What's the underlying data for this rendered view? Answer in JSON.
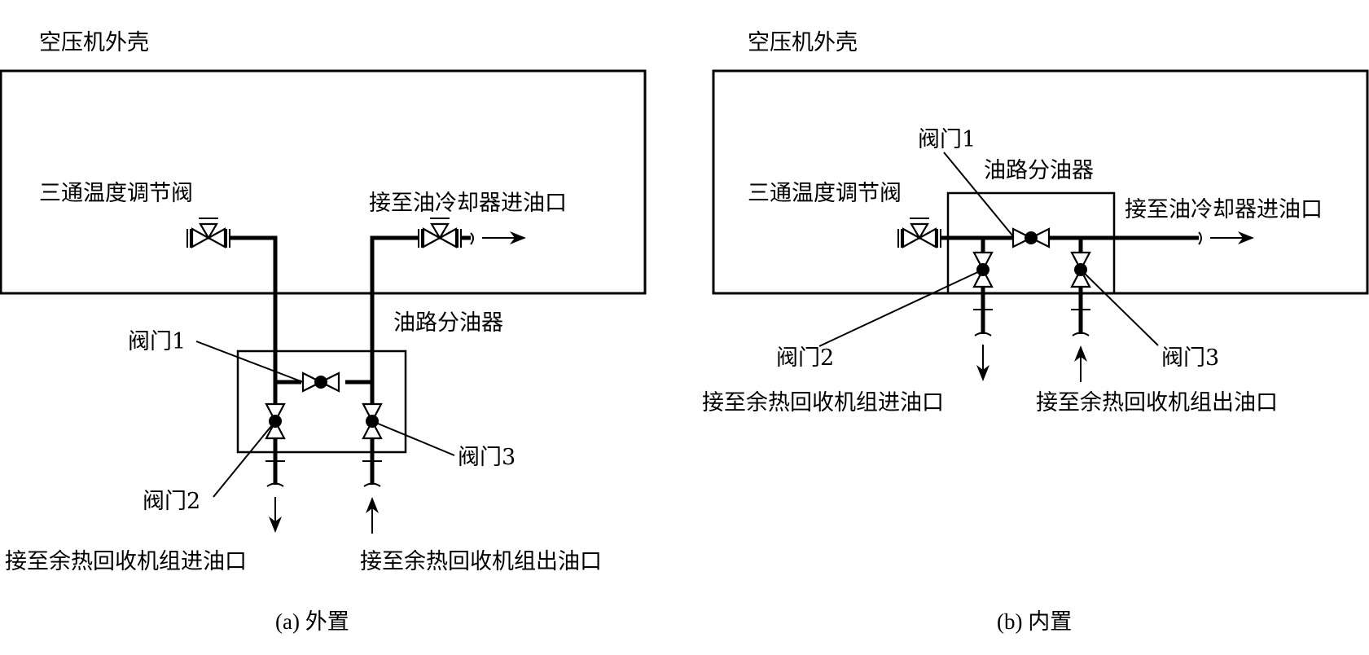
{
  "diagram": {
    "panel_a": {
      "caption": "(a) 外置",
      "housing_label": "空压机外壳",
      "three_way_valve_label": "三通温度调节阀",
      "to_oil_cooler_label": "接至油冷却器进油口",
      "distributor_label": "油路分油器",
      "valve1_label": "阀门1",
      "valve2_label": "阀门2",
      "valve3_label": "阀门3",
      "to_recovery_inlet_label": "接至余热回收机组进油口",
      "from_recovery_outlet_label": "接至余热回收机组出油口"
    },
    "panel_b": {
      "caption": "(b) 内置",
      "housing_label": "空压机外壳",
      "three_way_valve_label": "三通温度调节阀",
      "to_oil_cooler_label": "接至油冷却器进油口",
      "distributor_label": "油路分油器",
      "valve1_label": "阀门1",
      "valve2_label": "阀门2",
      "valve3_label": "阀门3",
      "to_recovery_inlet_label": "接至余热回收机组进油口",
      "from_recovery_outlet_label": "接至余热回收机组出油口"
    },
    "colors": {
      "line": "#000000",
      "background": "#ffffff"
    }
  }
}
